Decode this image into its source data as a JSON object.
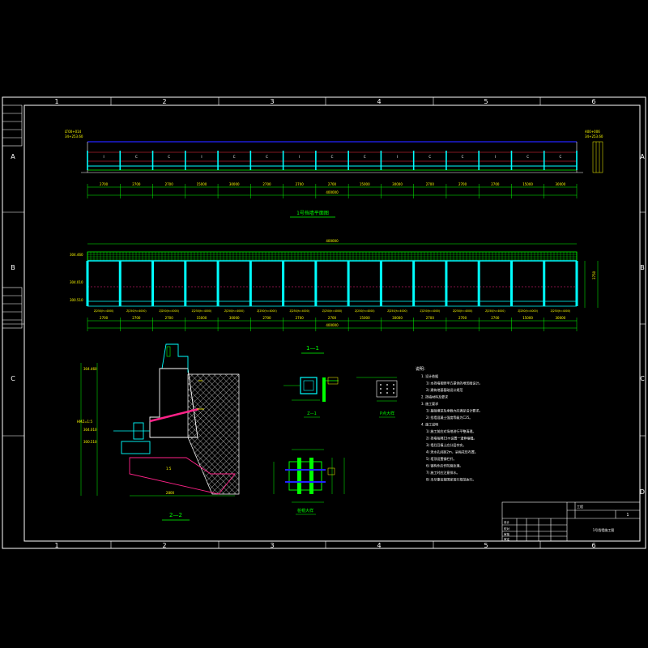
{
  "sheet": {
    "column_numbers": [
      "1",
      "2",
      "3",
      "4",
      "5",
      "6"
    ],
    "row_letters": [
      "A",
      "B",
      "C",
      "D"
    ]
  },
  "views": {
    "plan": {
      "title": "1号挡墙平面图",
      "bay_marks": [
        "I",
        "C",
        "C",
        "I",
        "C",
        "C",
        "I",
        "C",
        "C",
        "I",
        "C",
        "C",
        "I",
        "C",
        "C"
      ],
      "left_elev_1": "LT00+014",
      "left_elev_2": "34+253.60",
      "right_elev_1": "A00+006",
      "right_elev_2": "34+253.60",
      "dims": [
        "2700",
        "2700",
        "2700",
        "15000",
        "30000",
        "2700",
        "2700",
        "2700",
        "15000",
        "30000",
        "2700",
        "2700",
        "2700",
        "15000",
        "30000"
      ],
      "total": "400000"
    },
    "section_1_1": {
      "title": "1—1",
      "elev_top": "304.460",
      "elev_mid": "304.010",
      "elev_bot": "300.510",
      "height_dim": "3750",
      "pile_labels": [
        "ZJ250(h=4000)",
        "ZJ250(h=4000)",
        "ZJ250(h=4000)",
        "ZJ250(h=4000)",
        "ZJ250(h=4000)",
        "ZJ250(h=4000)",
        "ZJ250(h=4000)",
        "ZJ250(h=4000)",
        "ZJ250(h=4000)",
        "ZJ250(h=4000)",
        "ZJ250(h=4000)",
        "ZJ250(h=4000)",
        "ZJ250(h=4000)",
        "ZJ250(h=4000)",
        "ZJ250(h=4000)"
      ],
      "top_dim": "400000",
      "total": "400000"
    },
    "section_2_2": {
      "title": "2—2",
      "elev_1": "304.460",
      "elev_2": "HMZ=1:5",
      "elev_3": "304.010",
      "elev_4": "300.510",
      "base_dim": "2800",
      "slope": "1:5"
    },
    "detail_a": {
      "title": "Z—1"
    },
    "detail_b": {
      "title": "桩帽大样"
    },
    "detail_c": {
      "title": "P点大样"
    }
  },
  "notes": {
    "heading": "说明：",
    "lines": [
      "1. 设计依据",
      "1) 本挡墙按照甲方提供的地形图设计。",
      "2) 建筑地基基础设计规范",
      "2. 挡墙材料及要求",
      "3. 施工要求",
      "1) 基础埋深及承载力应满足设计要求。",
      "2) 挡墙混凝土强度等级为C25。",
      "4. 施工说明",
      "1) 施工前应对场地进行平整清理。",
      "2) 挡墙每隔15m设置一道伸缩缝。",
      "3) 墙后回填土应分层夯实。",
      "4) 泄水孔间距2m，呈梅花形布置。",
      "5) 墙顶设置钢栏杆。",
      "6) 钢构件应作防腐处理。",
      "7) 施工时应注意排水。",
      "8) 未尽事宜按国家现行规范执行。"
    ]
  },
  "title_block": {
    "project": "工程",
    "drawing_name": "1号挡墙施工图",
    "sheet_no": "1",
    "rows": [
      "设计",
      "校对",
      "审核",
      "审定"
    ]
  },
  "colors": {
    "border": "#ffffff",
    "rail": "#2222ff",
    "structure": "#00ffff",
    "mesh": "#00ff00",
    "text": "#ffff00",
    "dim": "#00ff00",
    "alert": "#ff2288"
  }
}
